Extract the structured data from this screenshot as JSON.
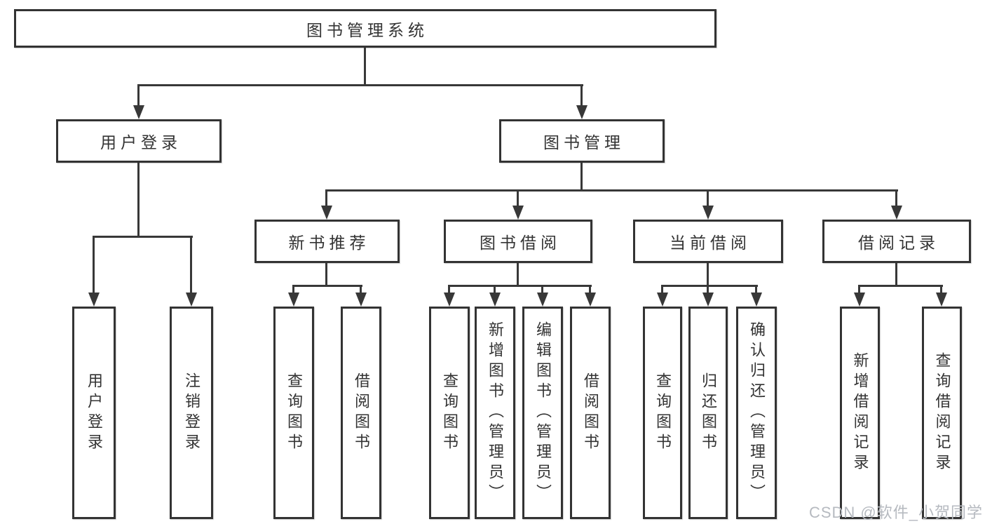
{
  "colors": {
    "background": "#ffffff",
    "box_border": "#333333",
    "connector": "#383838",
    "text": "#333333",
    "watermark_text": "#b6bac0"
  },
  "tree": {
    "root": "图书管理系统",
    "children": [
      {
        "label": "用户登录",
        "children": [
          "用户登录",
          "注销登录"
        ]
      },
      {
        "label": "图书管理",
        "children": [
          {
            "label": "新书推荐",
            "children": [
              "查询图书",
              "借阅图书"
            ]
          },
          {
            "label": "图书借阅",
            "children": [
              "查询图书",
              "新增图书（管理员）",
              "编辑图书（管理员）",
              "借阅图书"
            ]
          },
          {
            "label": "当前借阅",
            "children": [
              "查询图书",
              "归还图书",
              "确认归还（管理员）"
            ]
          },
          {
            "label": "借阅记录",
            "children": [
              "新增借阅记录",
              "查询借阅记录"
            ]
          }
        ]
      }
    ]
  },
  "watermark": "CSDN @软件_小贺同学"
}
